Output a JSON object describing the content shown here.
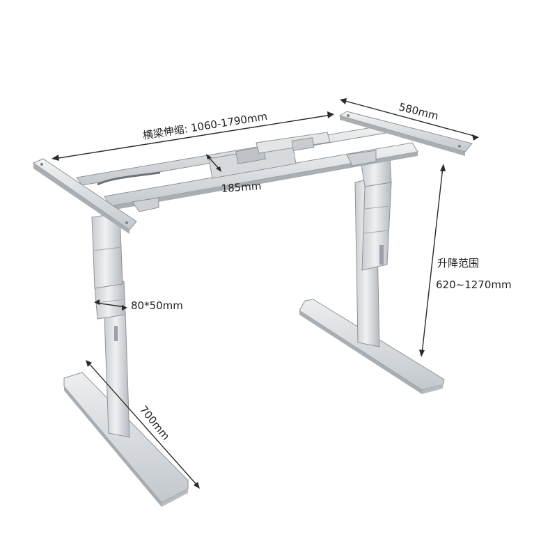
{
  "colors": {
    "background": "#ffffff",
    "frame_light": "#e6e8ea",
    "frame_mid": "#cfd3d6",
    "frame_dark": "#a9aeb3",
    "frame_edge": "#8e9398",
    "dimension": "#2a2a2a"
  },
  "labels": {
    "crossbar": "横梁伸缩: 1060-1790mm",
    "depth": "580mm",
    "beam": "185mm",
    "leg_section": "80*50mm",
    "lift_title": "升降范围",
    "lift_range": "620~1270mm",
    "foot": "700mm"
  }
}
